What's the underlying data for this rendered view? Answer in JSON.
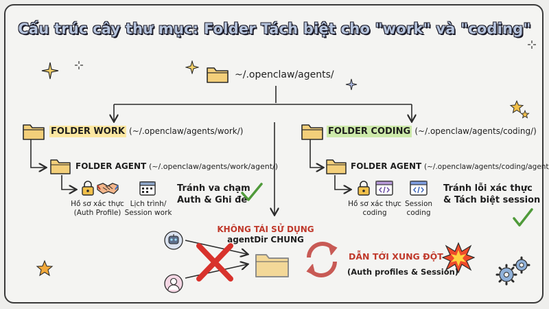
{
  "title": "Cấu trúc cây thư mục: Folder Tách biệt cho \"work\" và \"coding\"",
  "root": {
    "path": "~/.openclaw/agents/"
  },
  "work": {
    "label": "FOLDER WORK",
    "path": "(~/.openclaw/agents/work/)",
    "agent_label": "FOLDER AGENT",
    "agent_path": "(~/.openclaw/agents/work/agent/)",
    "auth_profile": [
      "Hồ sơ xác thực",
      "(Auth Profile)"
    ],
    "session": [
      "Lịch trình/",
      "Session work"
    ],
    "note": [
      "Tránh va chạm",
      "Auth & Ghi đè"
    ]
  },
  "coding": {
    "label": "FOLDER CODING",
    "path": "(~/.openclaw/agents/coding/)",
    "agent_label": "FOLDER AGENT",
    "agent_path": "(~/.openclaw/agents/coding/agent/)",
    "auth_profile": [
      "Hồ sơ xác thực",
      "coding"
    ],
    "session": [
      "Session",
      "coding"
    ],
    "note": [
      "Tránh lỗi xác thực",
      "& Tách biệt session"
    ]
  },
  "conflict": {
    "warning": [
      "KHÔNG TÁI SỬ DỤNG",
      "agentDir CHUNG"
    ],
    "result": "DẪN TỚI XUNG ĐỘT",
    "result_detail": "(Auth profiles & Session)"
  },
  "colors": {
    "folder": "#f3cf7a",
    "folder_outline": "#2b2b2b",
    "highlight_work": "#fbe7a1",
    "highlight_coding": "#cdeaaa",
    "warning_red": "#c0392b",
    "check_green": "#4f9a3a",
    "cycle_red": "#c85a55"
  },
  "icons": [
    "folder-icon",
    "lock-icon",
    "handshake-icon",
    "calendar-icon",
    "code-icon",
    "check-icon",
    "robot-icon",
    "user-icon",
    "x-mark-icon",
    "sync-icon",
    "explosion-icon",
    "gear-icon",
    "sparkle-icon",
    "star-icon"
  ]
}
